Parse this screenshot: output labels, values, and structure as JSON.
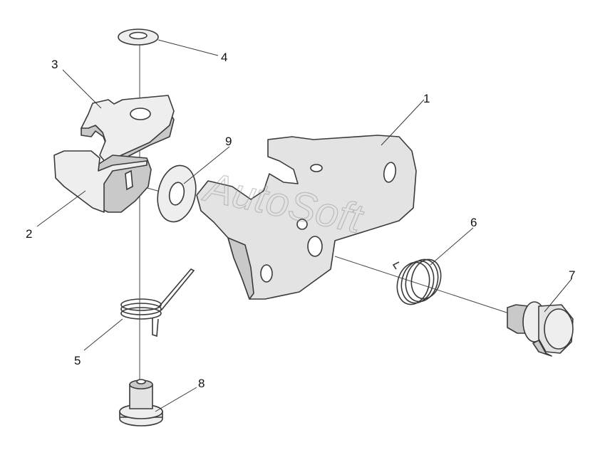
{
  "diagram": {
    "watermark": "AutoSoft",
    "callouts": [
      {
        "id": "1",
        "label": "1"
      },
      {
        "id": "2",
        "label": "2"
      },
      {
        "id": "3",
        "label": "3"
      },
      {
        "id": "4",
        "label": "4"
      },
      {
        "id": "5",
        "label": "5"
      },
      {
        "id": "6",
        "label": "6"
      },
      {
        "id": "7",
        "label": "7"
      },
      {
        "id": "8",
        "label": "8"
      },
      {
        "id": "9",
        "label": "9"
      }
    ]
  }
}
